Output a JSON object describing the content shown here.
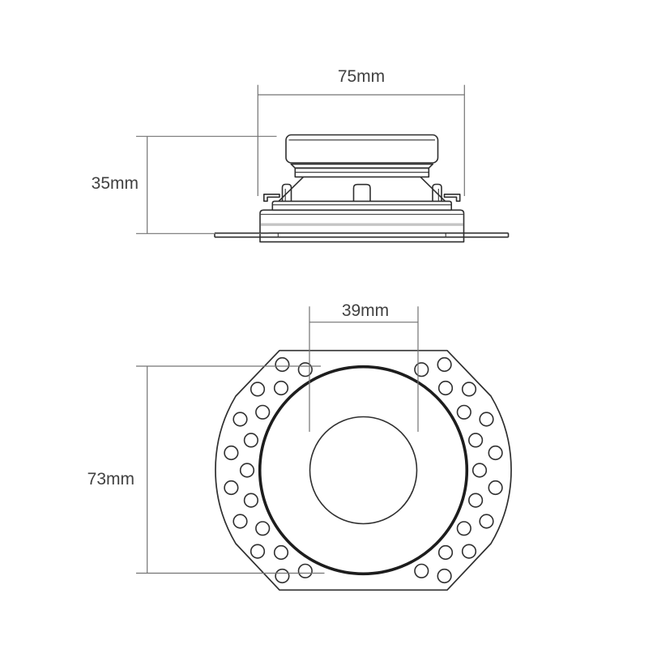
{
  "drawing": {
    "side_view": {
      "dimensions": {
        "width": {
          "label": "75mm"
        },
        "height": {
          "label": "35mm"
        }
      }
    },
    "plan_view": {
      "dimensions": {
        "aperture_diameter": {
          "label": "39mm"
        },
        "body_diameter": {
          "label": "73mm"
        }
      }
    }
  },
  "colors": {
    "background": "#ffffff",
    "outline": "#2f2f2f",
    "outline_bold": "#1d1d1d",
    "detail_gray": "#c4c4c4",
    "dimension_line": "#737373",
    "label_text": "#414141"
  }
}
